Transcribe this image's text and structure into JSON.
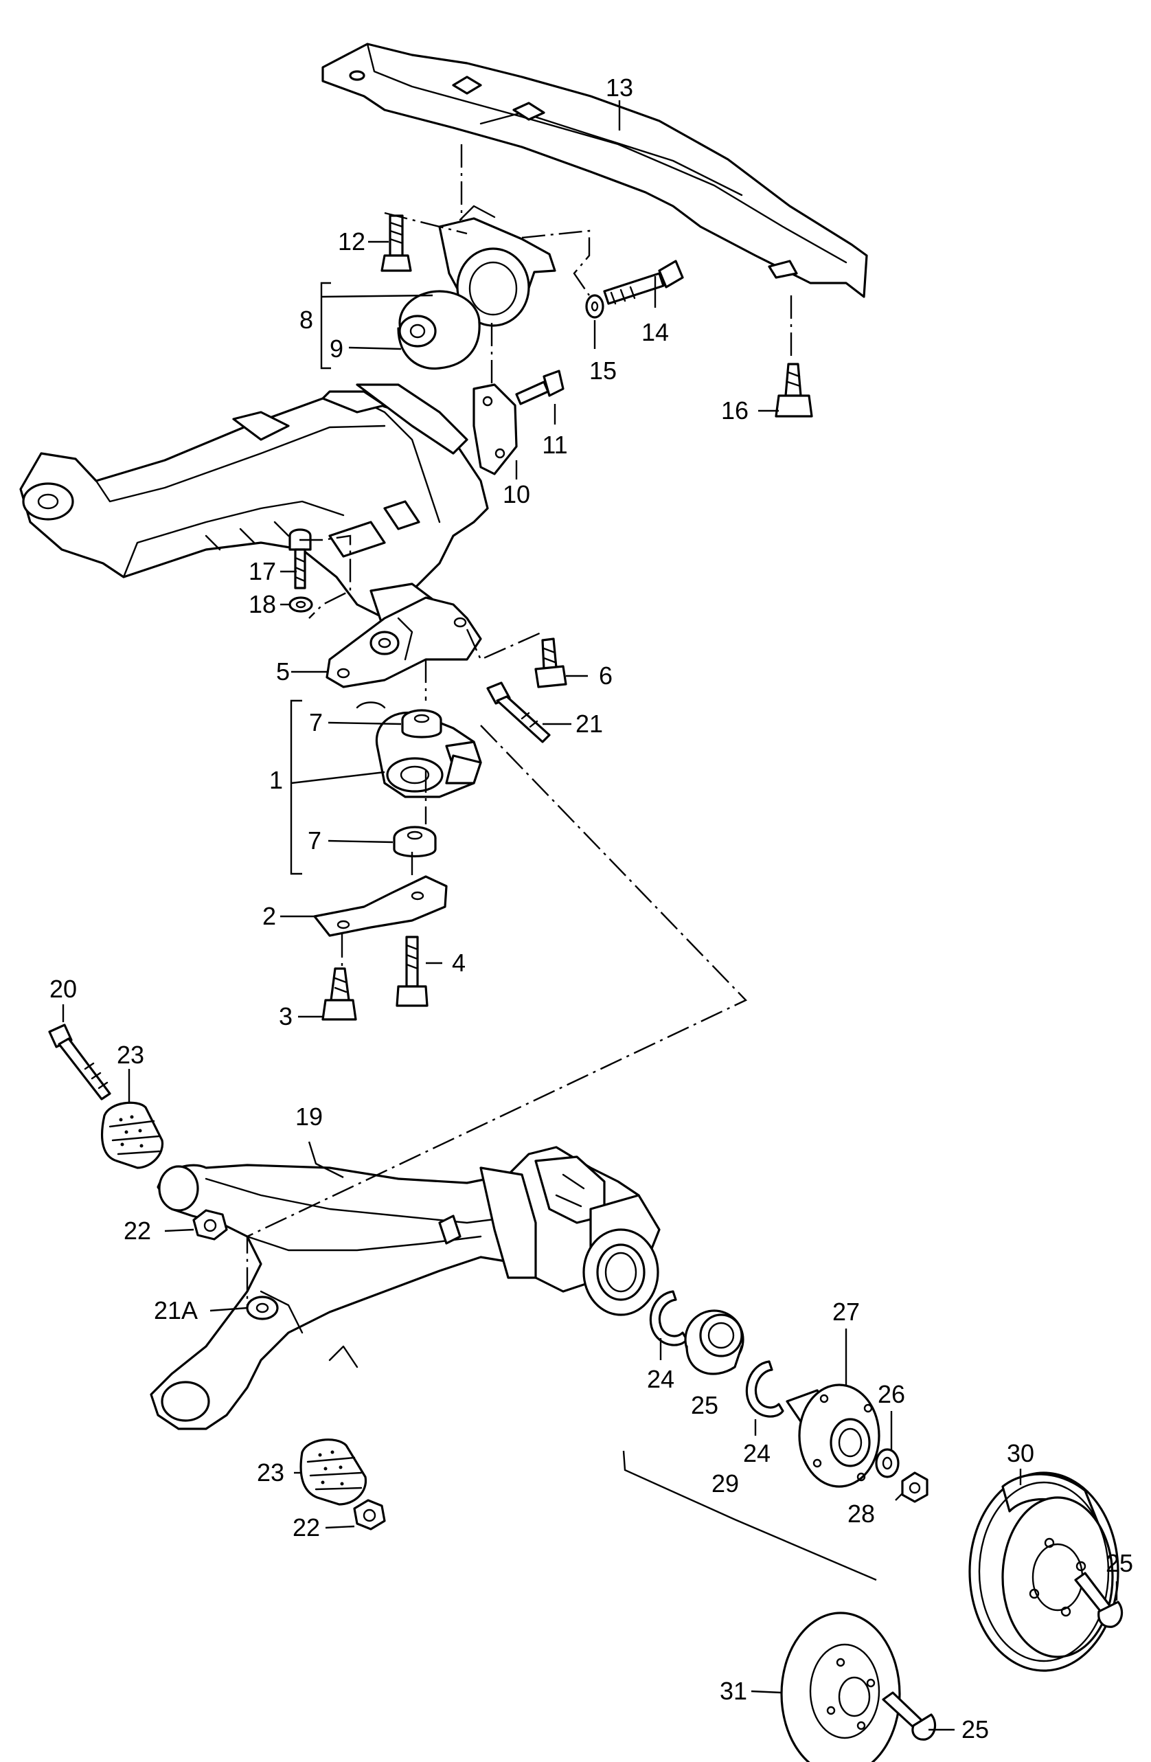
{
  "callouts": [
    {
      "name": "callout-13",
      "label": "13"
    },
    {
      "name": "callout-12",
      "label": "12"
    },
    {
      "name": "callout-8",
      "label": "8"
    },
    {
      "name": "callout-9",
      "label": "9"
    },
    {
      "name": "callout-14",
      "label": "14"
    },
    {
      "name": "callout-15",
      "label": "15"
    },
    {
      "name": "callout-16",
      "label": "16"
    },
    {
      "name": "callout-11",
      "label": "11"
    },
    {
      "name": "callout-10",
      "label": "10"
    },
    {
      "name": "callout-17",
      "label": "17"
    },
    {
      "name": "callout-18",
      "label": "18"
    },
    {
      "name": "callout-5",
      "label": "5"
    },
    {
      "name": "callout-6",
      "label": "6"
    },
    {
      "name": "callout-7-upper",
      "label": "7"
    },
    {
      "name": "callout-21",
      "label": "21"
    },
    {
      "name": "callout-1",
      "label": "1"
    },
    {
      "name": "callout-7-lower",
      "label": "7"
    },
    {
      "name": "callout-2",
      "label": "2"
    },
    {
      "name": "callout-4",
      "label": "4"
    },
    {
      "name": "callout-3",
      "label": "3"
    },
    {
      "name": "callout-20",
      "label": "20"
    },
    {
      "name": "callout-23-upper",
      "label": "23"
    },
    {
      "name": "callout-19",
      "label": "19"
    },
    {
      "name": "callout-22-upper",
      "label": "22"
    },
    {
      "name": "callout-21a",
      "label": "21A"
    },
    {
      "name": "callout-24-left",
      "label": "24"
    },
    {
      "name": "callout-25-bearing",
      "label": "25"
    },
    {
      "name": "callout-24-right",
      "label": "24"
    },
    {
      "name": "callout-27",
      "label": "27"
    },
    {
      "name": "callout-26",
      "label": "26"
    },
    {
      "name": "callout-23-lower",
      "label": "23"
    },
    {
      "name": "callout-22-lower",
      "label": "22"
    },
    {
      "name": "callout-29",
      "label": "29"
    },
    {
      "name": "callout-28",
      "label": "28"
    },
    {
      "name": "callout-30",
      "label": "30"
    },
    {
      "name": "callout-25-drum",
      "label": "25"
    },
    {
      "name": "callout-31",
      "label": "31"
    },
    {
      "name": "callout-25-disc",
      "label": "25"
    }
  ]
}
